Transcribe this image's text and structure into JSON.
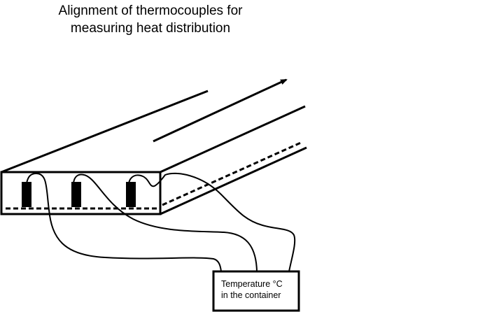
{
  "title": {
    "line1": "Alignment of thermocouples for",
    "line2": "measuring heat distribution"
  },
  "readout_box": {
    "line1": "Temperature °C",
    "line2": "in the container"
  },
  "thermocouple_count": 3,
  "colors": {
    "ink": "#000000",
    "background": "#ffffff"
  }
}
